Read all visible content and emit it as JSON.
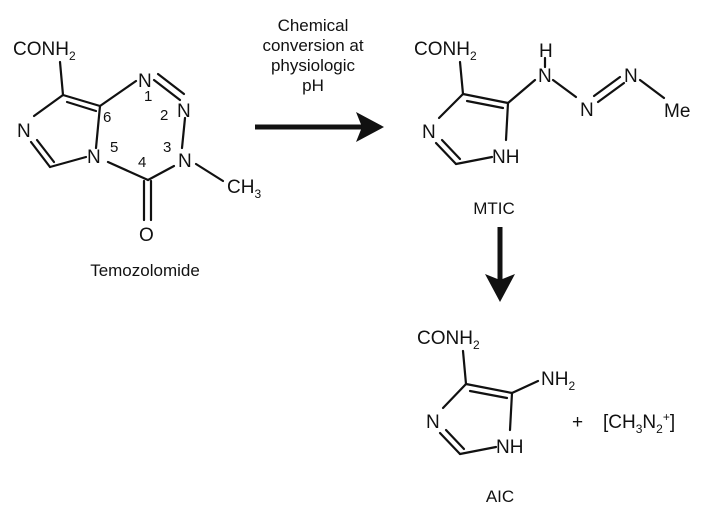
{
  "temozolomide": {
    "substituent": "CONH",
    "substituent_sub": "2",
    "ring_atoms": {
      "n_imid": "N",
      "n1": "N",
      "n2": "N",
      "n3": "N",
      "n5": "N",
      "o": "O"
    },
    "ring_numbers": [
      "1",
      "2",
      "3",
      "4",
      "5",
      "6"
    ],
    "methyl": "CH",
    "methyl_sub": "3",
    "name": "Temozolomide"
  },
  "condition": {
    "lines": [
      "Chemical",
      "conversion at",
      "physiologic",
      "pH"
    ]
  },
  "mtic": {
    "substituent": "CONH",
    "substituent_sub": "2",
    "atoms": {
      "h_top": "H",
      "n_link": "N",
      "n_mid": "N",
      "n_end": "N",
      "me": "Me",
      "n_ring": "N",
      "nh": "NH"
    },
    "name": "MTIC"
  },
  "aic": {
    "substituent": "CONH",
    "substituent_sub": "2",
    "amino": "NH",
    "amino_sub": "2",
    "atoms": {
      "n_ring": "N",
      "nh": "NH"
    },
    "name": "AIC",
    "plus": "+",
    "byproduct": {
      "open": "[CH",
      "sub1": "3",
      "mid": "N",
      "sub2": "2",
      "charge": "+",
      "close": "]"
    }
  }
}
